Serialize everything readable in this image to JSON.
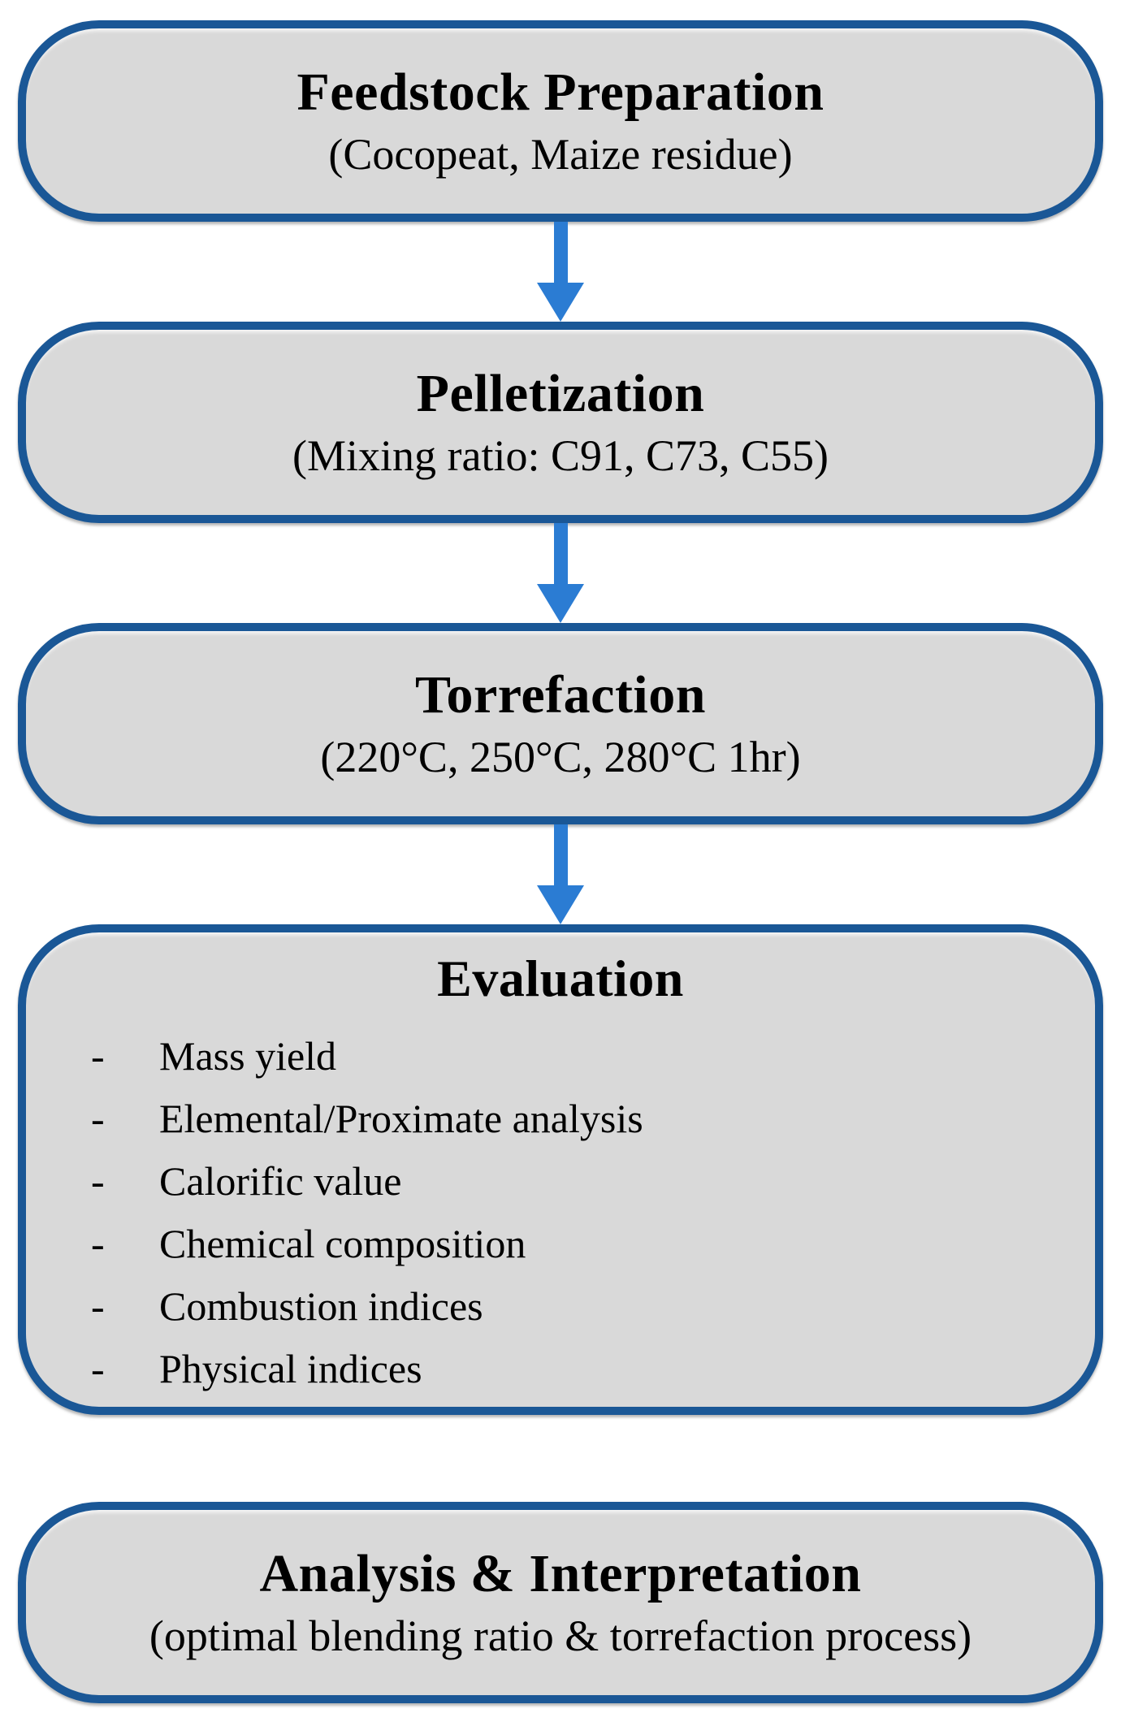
{
  "figure": {
    "type": "flowchart",
    "direction": "top-down"
  },
  "colors": {
    "box_fill": "#d9d9d9",
    "box_border": "#1a5796",
    "arrow": "#2b7cd3",
    "text": "#000000",
    "background": "#ffffff"
  },
  "nodes": [
    {
      "title": "Feedstock Preparation",
      "subtitle": "(Cocopeat, Maize residue)"
    },
    {
      "title": "Pelletization",
      "subtitle": "(Mixing ratio: C91, C73, C55)"
    },
    {
      "title": "Torrefaction",
      "subtitle": "(220°C, 250°C, 280°C 1hr)"
    },
    {
      "title": "Evaluation",
      "bullet": "-",
      "items": [
        "Mass yield",
        "Elemental/Proximate analysis",
        "Calorific value",
        "Chemical composition",
        "Combustion indices",
        "Physical indices"
      ]
    },
    {
      "title": "Analysis & Interpretation",
      "subtitle": "(optimal blending ratio & torrefaction process)"
    }
  ],
  "connectors": [
    {
      "from": "Feedstock Preparation",
      "to": "Pelletization",
      "style": "arrow-down"
    },
    {
      "from": "Pelletization",
      "to": "Torrefaction",
      "style": "arrow-down"
    },
    {
      "from": "Torrefaction",
      "to": "Evaluation",
      "style": "arrow-down"
    },
    {
      "from": "Evaluation",
      "to": "Analysis & Interpretation",
      "style": "gap-no-arrow"
    }
  ]
}
